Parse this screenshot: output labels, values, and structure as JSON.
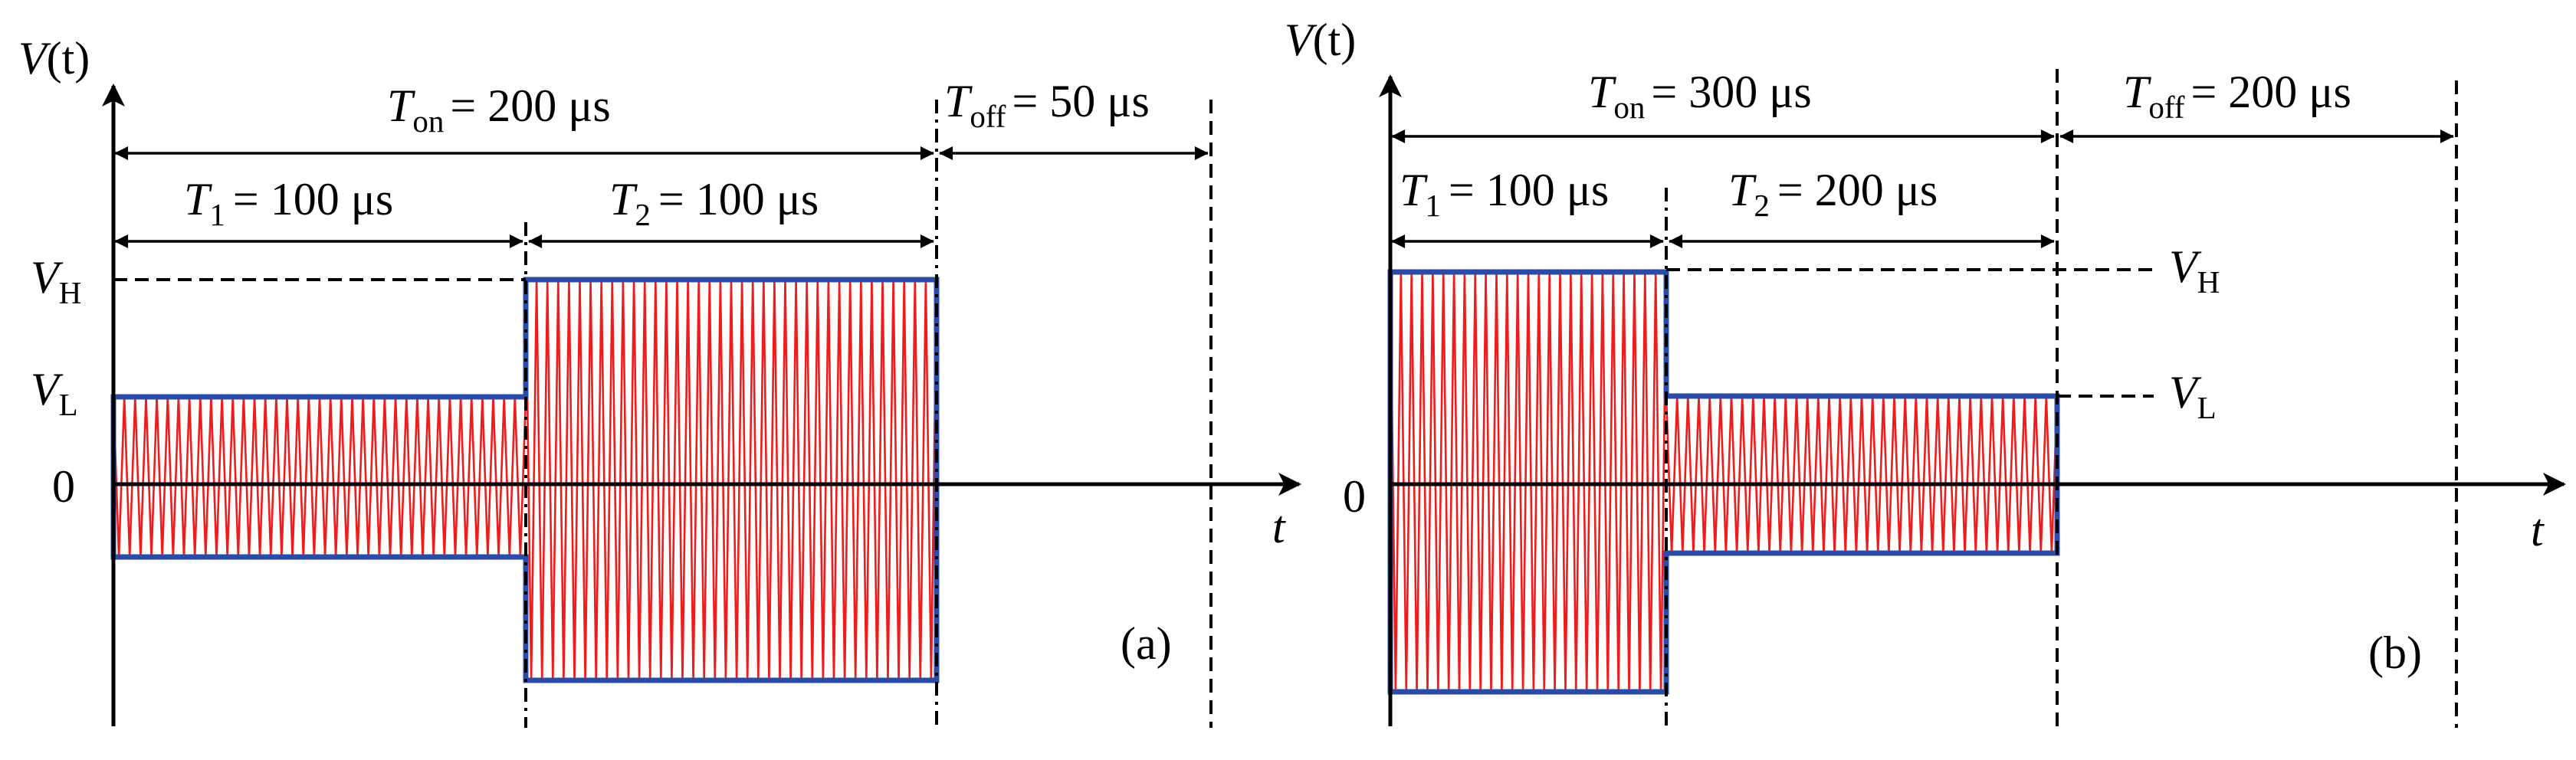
{
  "panels": [
    {
      "id": "a",
      "ylabel_var": "V",
      "ylabel_arg": "(t)",
      "xlabel": "t",
      "tick_zero": "0",
      "level_high": {
        "var": "V",
        "sub": "H"
      },
      "level_low": {
        "var": "V",
        "sub": "L"
      },
      "t_on": {
        "var": "T",
        "sub": "on",
        "value": "= 200 μs"
      },
      "t_off": {
        "var": "T",
        "sub": "off",
        "value": "= 50 μs"
      },
      "t1": {
        "var": "T",
        "sub": "1",
        "value": "= 100 μs"
      },
      "t2": {
        "var": "T",
        "sub": "2",
        "value": "= 100 μs"
      },
      "tag": "(a)"
    },
    {
      "id": "b",
      "ylabel_var": "V",
      "ylabel_arg": "(t)",
      "xlabel": "t",
      "tick_zero": "0",
      "level_high": {
        "var": "V",
        "sub": "H"
      },
      "level_low": {
        "var": "V",
        "sub": "L"
      },
      "t_on": {
        "var": "T",
        "sub": "on",
        "value": "= 300 μs"
      },
      "t_off": {
        "var": "T",
        "sub": "off",
        "value": "= 200 μs"
      },
      "t1": {
        "var": "T",
        "sub": "1",
        "value": "= 100 μs"
      },
      "t2": {
        "var": "T",
        "sub": "2",
        "value": "= 200 μs"
      },
      "tag": "(b)"
    }
  ],
  "colors": {
    "carrier": "#ee1c1c",
    "envelope": "#2b4ba8",
    "axis": "#000000"
  }
}
